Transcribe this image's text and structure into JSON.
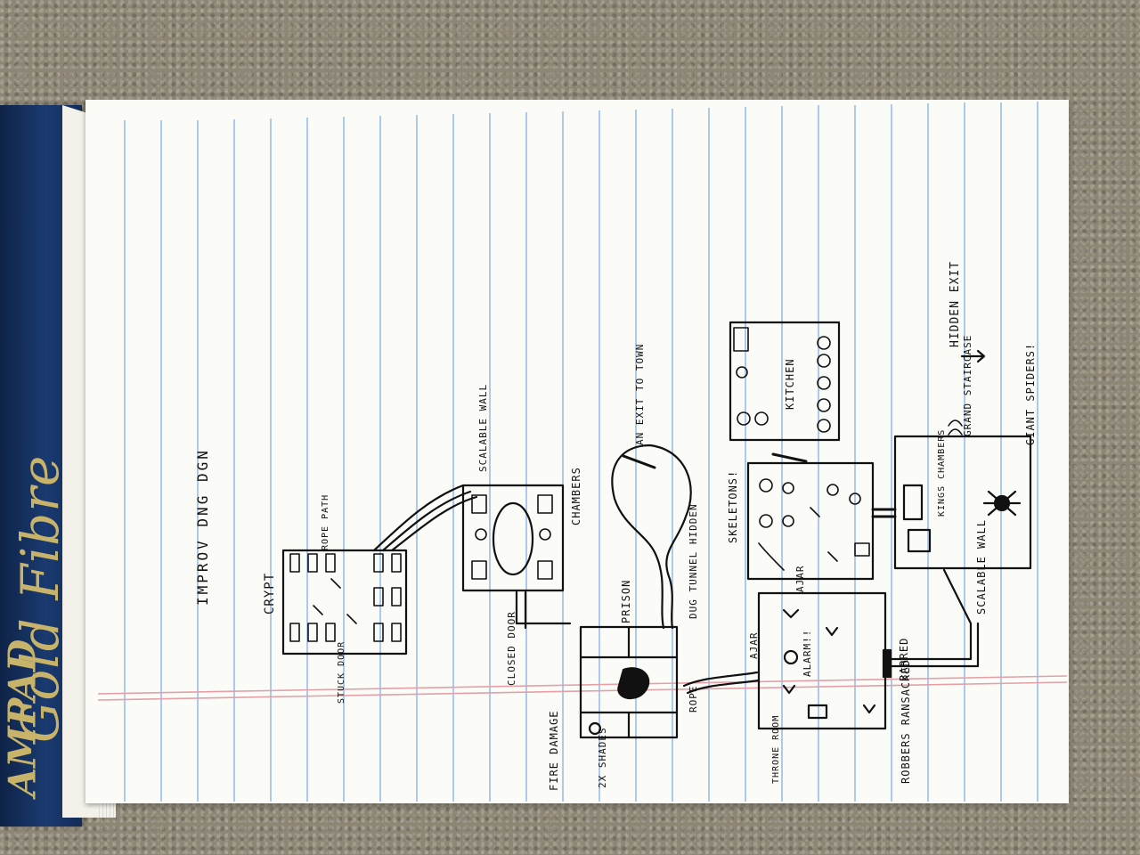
{
  "brand": {
    "ampad": "AMPAD",
    "line": "Gold Fibre"
  },
  "title": "IMPROV DNG DGN",
  "labels": {
    "crypt": "CRYPT",
    "rope_path": "ROPE PATH",
    "stuck_door": "STUCK DOOR",
    "scalable_wall_1": "SCALABLE WALL",
    "chambers": "CHAMBERS",
    "closed_door": "CLOSED DOOR",
    "prison": "PRISON",
    "dug_tunnel": "DUG TUNNEL HIDDEN",
    "exit_to_town": "AN EXIT TO TOWN",
    "fire_damage": "FIRE DAMAGE",
    "shades": "2X SHADES",
    "rope": "ROPE",
    "ajar_1": "AJAR",
    "ajar_2": "AJAR",
    "alarm": "ALARM!!",
    "throne_room": "THRONE ROOM",
    "barred": "BARRED",
    "robbers": "ROBBERS RANSACKED",
    "skeletons": "SKELETONS!",
    "kitchen": "KITCHEN",
    "kings_chambers": "KINGS CHAMBERS",
    "grand_staircase": "GRAND STAIRCASE",
    "hidden_exit": "HIDDEN EXIT",
    "giant_spiders": "GIANT SPIDERS!",
    "scalable_wall_2": "SCALABLE WALL"
  },
  "colors": {
    "ink": "#111111",
    "rule_blue": "#8ab4ea",
    "margin_red": "#e3a0a8",
    "binding": "#152f5c",
    "gold": "#c8b36a"
  }
}
